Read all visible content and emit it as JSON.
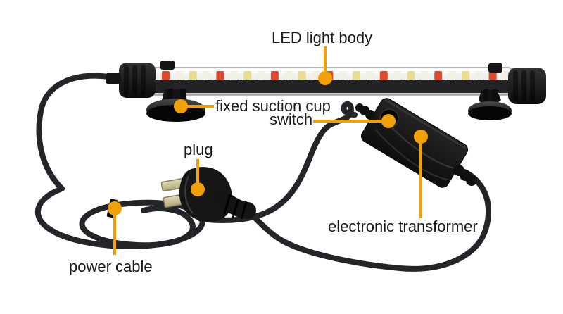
{
  "figure": {
    "background": "#ffffff",
    "accent_color": "#f2a007",
    "label_color": "#1a1a1a",
    "labels": [
      {
        "id": "led-light-body",
        "text": "LED light body"
      },
      {
        "id": "fixed-suction-cup",
        "text": "fixed suction cup"
      },
      {
        "id": "switch",
        "text": "switch"
      },
      {
        "id": "plug",
        "text": "plug"
      },
      {
        "id": "electronic-transformer",
        "text": "electronic transformer"
      },
      {
        "id": "power-cable",
        "text": "power cable"
      }
    ],
    "product": {
      "led_chip_count": 26,
      "led_red_interval": 4,
      "led_chip_colors": {
        "red": "#e0482a",
        "yellow": "#e9dd8e",
        "white": "#f2f0e2"
      },
      "body_color": "#161616",
      "cable_color": "#232529"
    }
  }
}
